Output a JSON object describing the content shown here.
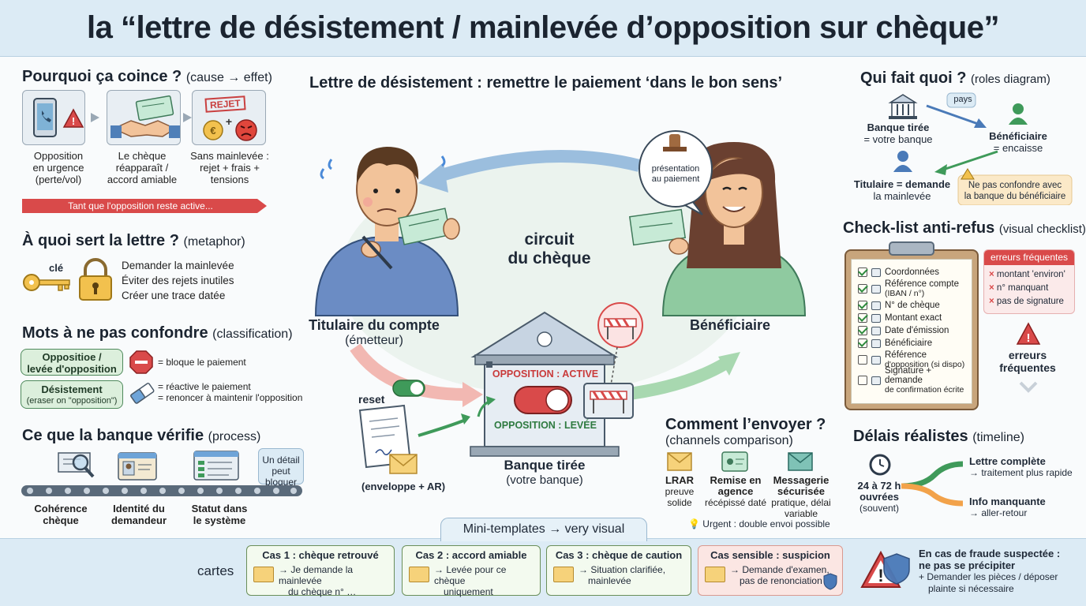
{
  "header": {
    "title": "la “lettre de désistement / mainlevée d’opposition sur chèque”"
  },
  "why": {
    "title": "Pourquoi ça coince ?",
    "subtitle": "(cause → effet)",
    "steps": [
      {
        "line1": "Opposition",
        "line2": "en urgence",
        "line3": "(perte/vol)"
      },
      {
        "line1": "Le chèque",
        "line2": "réapparaît /",
        "line3": "accord amiable"
      },
      {
        "line1": "Sans mainlevée :",
        "line2": "rejet + frais +",
        "line3": "tensions"
      }
    ],
    "rejet_label": "REJET",
    "banner": "Tant que l'opposition reste active..."
  },
  "purpose": {
    "title": "À quoi sert la lettre ?",
    "subtitle": "(metaphor)",
    "key_label": "clé",
    "items": [
      "Demander la mainlevée",
      "Éviter des rejets inutiles",
      "Créer une trace datée"
    ]
  },
  "words": {
    "title": "Mots à ne pas confondre",
    "subtitle": "(classification)",
    "pill1": {
      "line1": "Oppositioe /",
      "line2": "levée d'opposition"
    },
    "desc1": "= bloque le paiement",
    "pill2": {
      "line1": "Désistement",
      "line2": "(eraser on \"opposition\")"
    },
    "desc2_1": "= réactive le paiement",
    "desc2_2": "= renoncer à maintenir l'opposition"
  },
  "bank_check": {
    "title": "Ce que la banque vérifie",
    "subtitle": "(process)",
    "note": {
      "line1": "Un détail",
      "line2": "peut bloquer"
    },
    "steps": [
      {
        "line1": "Cohérence",
        "line2": "chèque"
      },
      {
        "line1": "Identité du",
        "line2": "demandeur"
      },
      {
        "line1": "Statut dans",
        "line2": "le système"
      }
    ]
  },
  "center": {
    "title": "Lettre de désistement : remettre le paiement ‘dans le bon sens’",
    "circuit_1": "circuit",
    "circuit_2": "du chèque",
    "bubble_1": "présentation",
    "bubble_2": "au paiement",
    "holder_1": "Titulaire du compte",
    "holder_2": "(émetteur)",
    "beneficiary": "Bénéficiaire",
    "status_active": "OPPOSITION : ACTIVE",
    "status_lifted": "OPPOSITION : LEVÉE",
    "bank_1": "Banque tirée",
    "bank_2": "(votre banque)",
    "reset": "reset",
    "envelope": "(enveloppe + AR)"
  },
  "roles": {
    "title": "Qui fait quoi ?",
    "subtitle": "(roles diagram)",
    "pays": "pays",
    "bank_1": "Banque tirée",
    "bank_2": "= votre banque",
    "benef_1": "Bénéficiaire",
    "benef_2": "= encaisse",
    "holder_1": "Titulaire = demande",
    "holder_2": "la mainlevée",
    "warn_1": "Ne pas confondre avec",
    "warn_2": "la banque du bénéficiaire"
  },
  "checklist": {
    "title": "Check-list anti-refus",
    "subtitle": "(visual checklist)",
    "items": [
      {
        "l1": "Coordonnées",
        "l2": "",
        "checked": true
      },
      {
        "l1": "Référence compte",
        "l2": "(IBAN / n°)",
        "checked": true
      },
      {
        "l1": "N° de chèque",
        "l2": "",
        "checked": true
      },
      {
        "l1": "Montant exact",
        "l2": "",
        "checked": true
      },
      {
        "l1": "Date d'émission",
        "l2": "",
        "checked": true
      },
      {
        "l1": "Bénéficiaire",
        "l2": "",
        "checked": true
      },
      {
        "l1": "Référence",
        "l2": "d'opposition (si dispo)",
        "checked": false
      },
      {
        "l1": "Signature + demande",
        "l2": "de confirmation écrite",
        "checked": false
      }
    ],
    "errors_head": "erreurs fréquentes",
    "errors": [
      "montant 'environ'",
      "n° manquant",
      "pas de signature"
    ],
    "errors_big_1": "erreurs",
    "errors_big_2": "fréquentes"
  },
  "send": {
    "title": "Comment l’envoyer ?",
    "subtitle": "(channels comparison)",
    "channels": [
      {
        "l1": "LRAR",
        "l2": "preuve",
        "l3": "solide"
      },
      {
        "l1": "Remise en",
        "l2": "agence",
        "l3": "récépissé daté"
      },
      {
        "l1": "Messagerie",
        "l2": "sécurisée",
        "l3": "pratique, délai",
        "l4": "variable"
      }
    ],
    "urgent": "Urgent : double envoi possible"
  },
  "delays": {
    "title": "Délais réalistes",
    "subtitle": "(timeline)",
    "d1": "24 à 72 h",
    "d2": "ouvrées",
    "d3": "(souvent)",
    "good_1": "Lettre complète",
    "good_2": "→ traitement plus rapide",
    "bad_1": "Info manquante",
    "bad_2": "→ aller-retour"
  },
  "bottom": {
    "tab": "Mini-templates → very visual",
    "cartes": "cartes",
    "cards": [
      {
        "title": "Cas 1 : chèque retrouvé",
        "l1": "→ Je demande la mainlevée",
        "l2": "du chèque n° …"
      },
      {
        "title": "Cas 2 : accord amiable",
        "l1": "→ Levée pour ce chèque",
        "l2": "uniquement"
      },
      {
        "title": "Cas 3 : chèque de caution",
        "l1": "→ Situation clarifiée,",
        "l2": "mainlevée"
      },
      {
        "title": "Cas sensible : suspicion",
        "l1": "→ Demande d'examen,",
        "l2": "pas de renonciation"
      }
    ],
    "fraud_1": "En cas de fraude suspectée :",
    "fraud_2": "ne pas se précipiter",
    "fraud_3": "+ Demander les pièces / déposer",
    "fraud_4": "plainte si nécessaire"
  },
  "colors": {
    "accent_red": "#d94a4a",
    "accent_green": "#3f9a5a",
    "header_bg": "#dcebf5"
  }
}
